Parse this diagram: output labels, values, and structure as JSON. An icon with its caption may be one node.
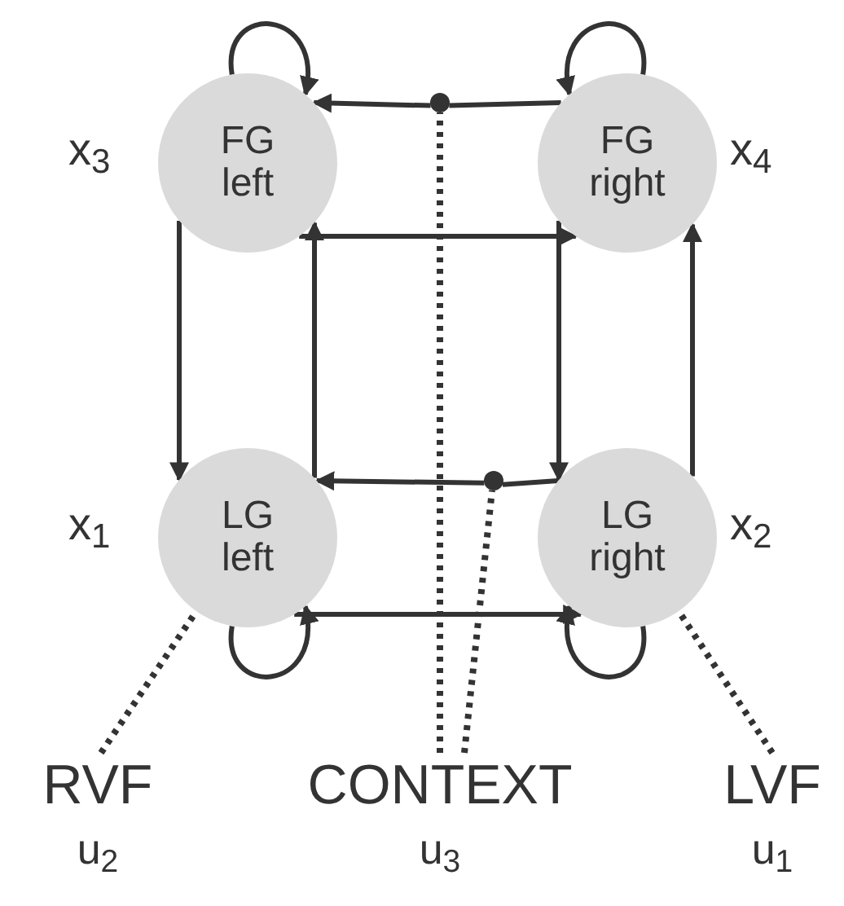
{
  "diagram": {
    "nodes": [
      {
        "text": [
          "FG left"
        ],
        "beside": [
          "x$_{3}$"
        ]
      },
      {
        "text": [
          "FG right"
        ],
        "beside": [
          "x$_{4}$"
        ]
      },
      {
        "text": [
          "LG left"
        ],
        "beside": [
          "x$_{1}$"
        ]
      },
      {
        "text": [
          "LG right"
        ],
        "beside": [
          "x$_{2}$"
        ]
      },
      {
        "text": [],
        "shape": "circle"
      },
      {
        "text": [],
        "shape": "circle"
      },
      {
        "text": [
          "RVF",
          "u$_{2}$"
        ]
      },
      {
        "text": [
          "CONTEXT",
          "u$_{3}$"
        ]
      },
      {
        "text": [
          "LVF",
          "u$_{1}$"
        ]
      }
    ],
    "edges": [
      {
        "from": 0,
        "to": 0,
        "arrow": "to"
      },
      {
        "from": 1,
        "to": 1,
        "arrow": "to"
      },
      {
        "from": 2,
        "to": 2,
        "arrow": "to"
      },
      {
        "from": 3,
        "to": 3,
        "arrow": "to"
      },
      {
        "from": 1,
        "to": 4,
        "arrow": "none"
      },
      {
        "from": 4,
        "to": 0,
        "arrow": "to"
      },
      {
        "from": 0,
        "to": 1,
        "arrow": "to"
      },
      {
        "from": 0,
        "to": 2,
        "arrow": "to"
      },
      {
        "from": 2,
        "to": 0,
        "arrow": "to"
      },
      {
        "from": 1,
        "to": 3,
        "arrow": "to"
      },
      {
        "from": 3,
        "to": 1,
        "arrow": "to"
      },
      {
        "from": 3,
        "to": 5,
        "arrow": "none"
      },
      {
        "from": 5,
        "to": 2,
        "arrow": "to"
      },
      {
        "from": 2,
        "to": 3,
        "arrow": "to"
      },
      {
        "from": 7,
        "to": 4,
        "arrow": "none",
        "style": "dashed"
      },
      {
        "from": 7,
        "to": 5,
        "arrow": "none",
        "style": "dashed"
      },
      {
        "from": 6,
        "to": 2,
        "arrow": "none",
        "style": "dashed"
      },
      {
        "from": 8,
        "to": 3,
        "arrow": "none",
        "style": "dashed"
      }
    ]
  }
}
